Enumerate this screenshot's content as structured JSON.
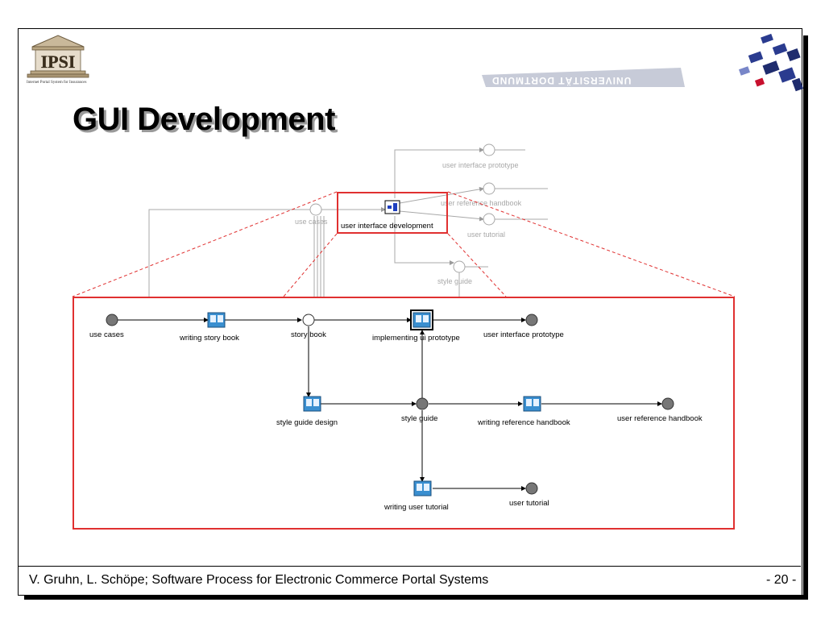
{
  "slide": {
    "title": "GUI Development",
    "university": "UNIVERSITÄT DORTMUND",
    "logo_text": "IPSI",
    "logo_caption": "Internet Portal System for Insurances",
    "footer": "V. Gruhn, L. Schöpe; Software Process for Electronic Commerce Portal Systems",
    "page_number": "- 20 -"
  },
  "overview": {
    "nodes": {
      "use_cases": "use cases",
      "activity": "user interface development",
      "ui_prototype": "user interface prototype",
      "ref_handbook": "user reference handbook",
      "tutorial": "user tutorial",
      "style_guide": "style guide"
    }
  },
  "detail": {
    "states": {
      "use_cases": "use cases",
      "story_book": "story book",
      "ui_prototype": "user interface prototype",
      "style_guide": "style guide",
      "ref_handbook": "user reference handbook",
      "tutorial": "user tutorial"
    },
    "activities": {
      "writing_story_book": "writing story book",
      "implementing_ui_prototype": "implementing ui prototype",
      "style_guide_design": "style guide design",
      "writing_reference_handbook": "writing reference handbook",
      "writing_user_tutorial": "writing user tutorial"
    }
  },
  "colors": {
    "accent_red": "#e03030",
    "state_fill": "#777777",
    "activity_fill": "#3a8fd0"
  }
}
